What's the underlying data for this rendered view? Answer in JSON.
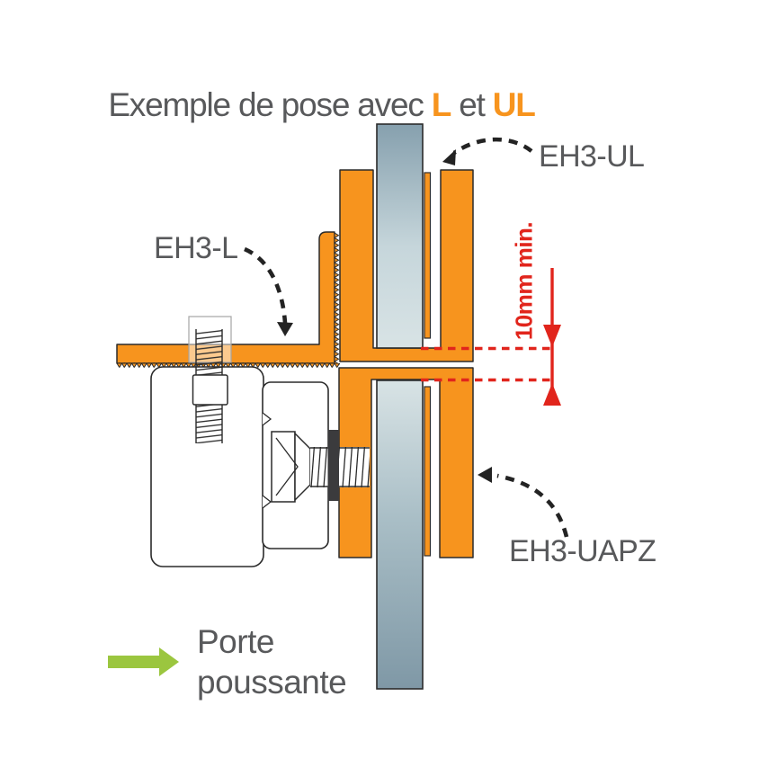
{
  "title": {
    "prefix": "Exemple de pose avec ",
    "bold1": "L",
    "middle": " et ",
    "bold2": "UL"
  },
  "labels": {
    "eh3_ul": "EH3-UL",
    "eh3_l": "EH3-L",
    "eh3_uapz": "EH3-UAPZ"
  },
  "dimension": {
    "value": "10mm min."
  },
  "door_note": {
    "line1": "Porte",
    "line2": "poussante"
  },
  "colors": {
    "profile_orange": "#F7941E",
    "dimension_red": "#E1251C",
    "arrow_green": "#9BC63F",
    "text_gray": "#58595B",
    "outline_dark": "#2B2B2B",
    "glass_light": "#D8E3E5",
    "glass_dark": "#86A0AE"
  }
}
